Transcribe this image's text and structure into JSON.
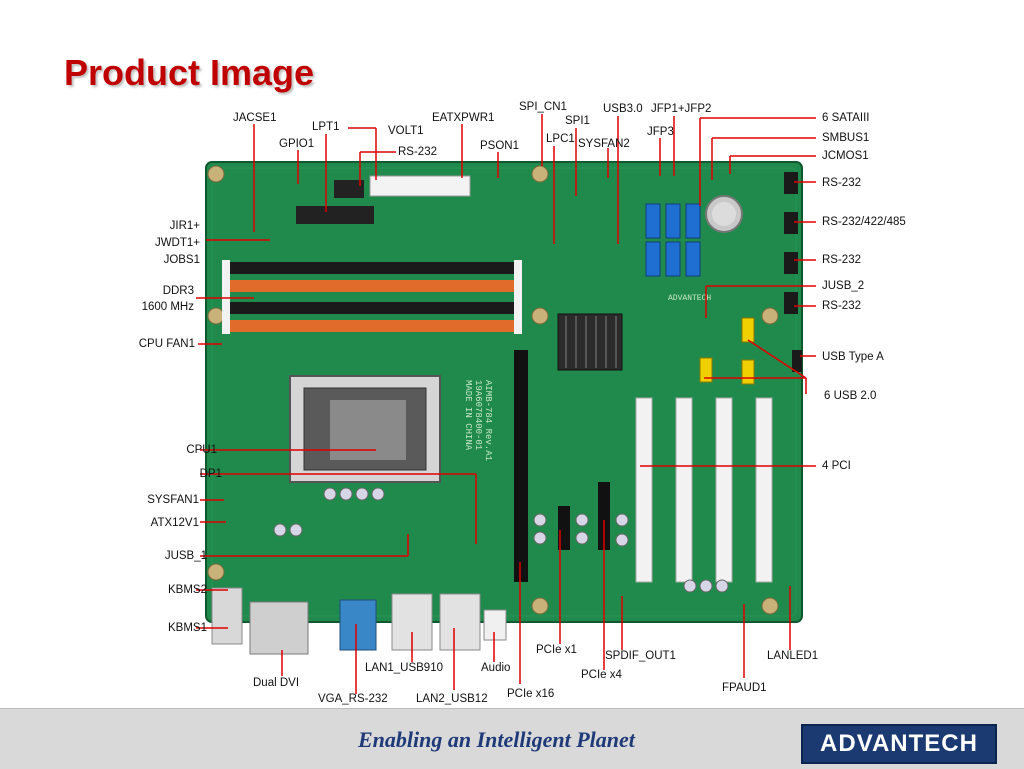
{
  "slide": {
    "title": "Product Image",
    "footer_tagline": "Enabling an Intelligent Planet",
    "logo_text": "ADVANTECH"
  },
  "labels": {
    "jacse1": "JACSE1",
    "lpt1": "LPT1",
    "volt1": "VOLT1",
    "gpio1": "GPIO1",
    "rs232_top": "RS-232",
    "eatxpwr1": "EATXPWR1",
    "pson1": "PSON1",
    "spi_cn1": "SPI_CN1",
    "spi1": "SPI1",
    "lpc1": "LPC1",
    "sysfan2": "SYSFAN2",
    "usb30": "USB3.0",
    "jfp1_jfp2": "JFP1+JFP2",
    "jfp3": "JFP3",
    "sataiii": "6 SATAIII",
    "smbus1": "SMBUS1",
    "jcmos1": "JCMOS1",
    "rs232_r1": "RS-232",
    "rs232_422_485": "RS-232/422/485",
    "rs232_r2": "RS-232",
    "jusb2": "JUSB_2",
    "rs232_r3": "RS-232",
    "usb_type_a": "USB Type A",
    "usb20": "6 USB 2.0",
    "pci4": "4 PCI",
    "jir1": "JIR1+",
    "jwdt1": "JWDT1+",
    "jobs1": "JOBS1",
    "ddr3": "DDR3",
    "ddr3_speed": "1600 MHz",
    "cpufan1": "CPU FAN1",
    "cpu1": "CPU1",
    "dp1": "DP1",
    "sysfan1": "SYSFAN1",
    "atx12v1": "ATX12V1",
    "jusb1": "JUSB_1",
    "kbms2": "KBMS2",
    "kbms1": "KBMS1",
    "dual_dvi": "Dual DVI",
    "vga_rs232": "VGA_RS-232",
    "lan1_usb910": "LAN1_USB910",
    "lan2_usb12": "LAN2_USB12",
    "audio": "Audio",
    "pcie_x1": "PCIe x1",
    "pcie_x16": "PCIe x16",
    "pcie_x4": "PCIe x4",
    "spdif_out1": "SPDIF_OUT1",
    "fpaud1": "FPAUD1",
    "lanled1": "LANLED1"
  },
  "board": {
    "silk_model": "AIMB-784 Rev.A1",
    "silk_part": "19A6078400-01",
    "silk_origin": "MADE IN CHINA",
    "silk_brand": "ADVANTECH"
  },
  "colors": {
    "title": "#c00000",
    "pcb": "#1f8a4c",
    "pcb_dark": "#146b38",
    "dimm_orange": "#e06b2a",
    "dimm_black": "#1a1a1a",
    "sata_blue": "#1e6fd1",
    "pci_white": "#f2f2f2",
    "leader_red": "#e00000",
    "footer": "#d9d9d9",
    "logo_bg": "#1b3a72"
  }
}
